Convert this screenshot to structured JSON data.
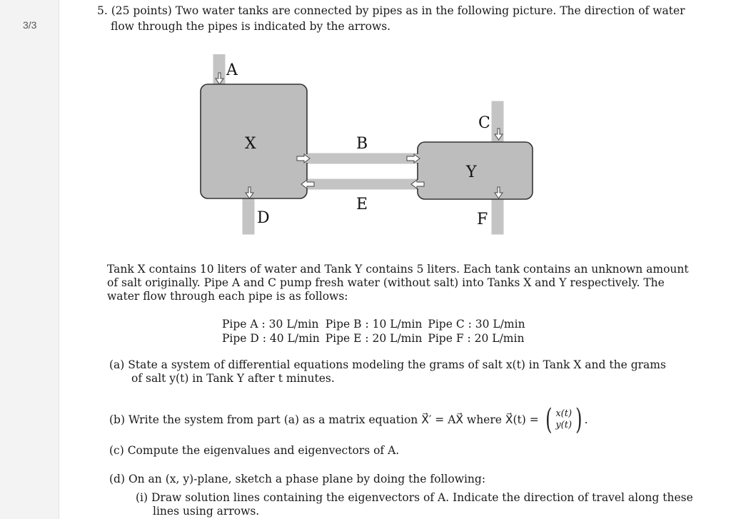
{
  "page_indicator": "3/3",
  "problem": {
    "header_line1": "5. (25 points) Two water tanks are connected by pipes as in the following picture. The direction of water",
    "header_line2": "flow through the pipes is indicated by the arrows."
  },
  "diagram": {
    "labels": {
      "pipe_a": "A",
      "pipe_b": "B",
      "pipe_c": "C",
      "pipe_d": "D",
      "pipe_e": "E",
      "pipe_f": "F",
      "tank_x": "X",
      "tank_y": "Y"
    },
    "colors": {
      "tank_fill": "#bdbdbd",
      "pipe_fill": "#c4c4c4",
      "outline": "#333333"
    }
  },
  "description": {
    "line1": "Tank X contains 10 liters of water and Tank Y contains 5 liters. Each tank contains an unknown amount",
    "line2": "of salt originally. Pipe A and C pump fresh water (without salt) into Tanks X and Y respectively. The",
    "line3": "water flow through each pipe is as follows:"
  },
  "flow_rates": [
    [
      "Pipe A : 30 L/min",
      "Pipe B : 10 L/min",
      "Pipe C : 30 L/min"
    ],
    [
      "Pipe D : 40 L/min",
      "Pipe E : 20 L/min",
      "Pipe F : 20 L/min"
    ]
  ],
  "parts": {
    "a_line1": "(a) State a system of differential equations modeling the grams of salt x(t) in Tank X and the grams",
    "a_line2": "of salt y(t) in Tank Y after t minutes.",
    "b_text": "(b) Write the system from part (a) as a matrix equation X⃗′ = AX⃗ where X⃗(t) =",
    "b_vec_top": "x(t)",
    "b_vec_bottom": "y(t)",
    "b_end": ".",
    "c": "(c) Compute the eigenvalues and eigenvectors of A.",
    "d": "(d) On an (x, y)-plane, sketch a phase plane by doing the following:",
    "d_i_line1": "(i) Draw solution lines containing the eigenvectors of A. Indicate the direction of travel along these",
    "d_i_line2": "lines using arrows."
  }
}
